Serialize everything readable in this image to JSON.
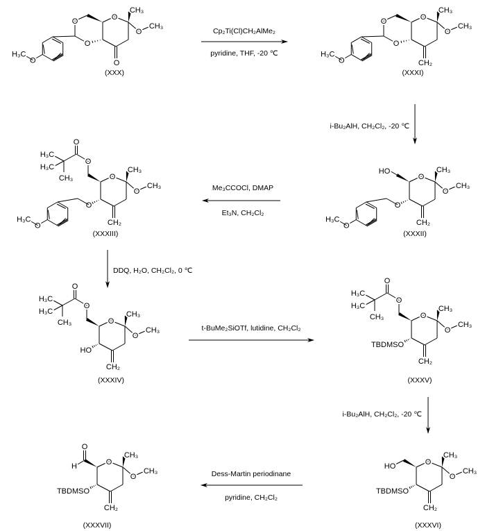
{
  "scheme": {
    "compounds": {
      "xxx": "(XXX)",
      "xxxi": "(XXXI)",
      "xxxii": "(XXXII)",
      "xxxiii": "(XXXIII)",
      "xxxiv": "(XXXIV)",
      "xxxv": "(XXXV)",
      "xxxvi": "(XXXVI)",
      "xxxvii": "(XXXVII)"
    },
    "steps": [
      {
        "above": "Cp₂Ti(Cl)CH₂AlMe₂",
        "below": "pyridine, THF, -20 ℃"
      },
      {
        "beside": "i-Bu₂AlH, CH₂Cl₂, -20 ℃"
      },
      {
        "above": "Me₃CCOCl, DMAP",
        "below": "Et₃N, CH₂Cl₂"
      },
      {
        "beside": "DDQ, H₂O, CH₂Cl₂, 0 ℃"
      },
      {
        "above": "t-BuMe₂SiOTf, lutidine, CH₂Cl₂"
      },
      {
        "beside": "i-Bu₂AlH, CH₂Cl₂, -20 ℃"
      },
      {
        "above": "Dess-Martin periodinane",
        "below": "pyridine, CH₂Cl₂"
      }
    ]
  },
  "atoms": {
    "o": "O",
    "ch3": "CH₃",
    "h3c": "H₃C",
    "ch2": "CH₂",
    "ho": "HO",
    "tbdmso": "TBDMSO",
    "h": "H"
  }
}
